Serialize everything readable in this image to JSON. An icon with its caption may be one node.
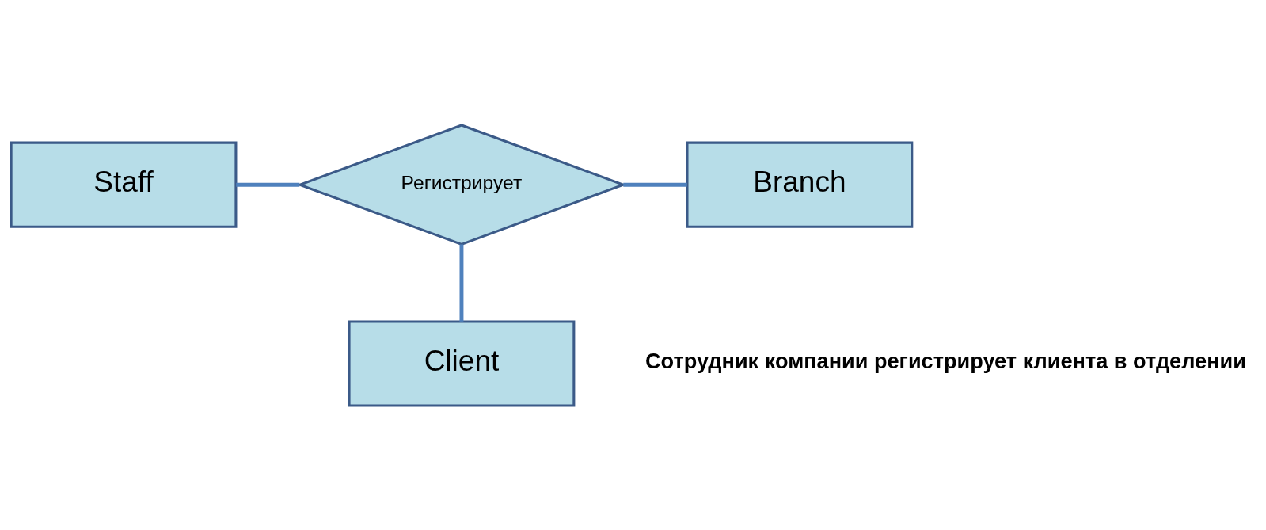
{
  "diagram": {
    "nodes": [
      {
        "text": [
          "Staff"
        ]
      },
      {
        "text": [
          "Регистрирует"
        ]
      },
      {
        "text": [
          "Branch"
        ]
      },
      {
        "text": [
          "Client"
        ]
      }
    ],
    "edges": [
      {
        "from": 0,
        "to": 1,
        "arrow": "none"
      },
      {
        "from": 1,
        "to": 2,
        "arrow": "none"
      },
      {
        "from": 1,
        "to": 3,
        "arrow": "none"
      }
    ],
    "labels": [
      "Сотрудник компании регистрирует клиента в отделении"
    ]
  }
}
